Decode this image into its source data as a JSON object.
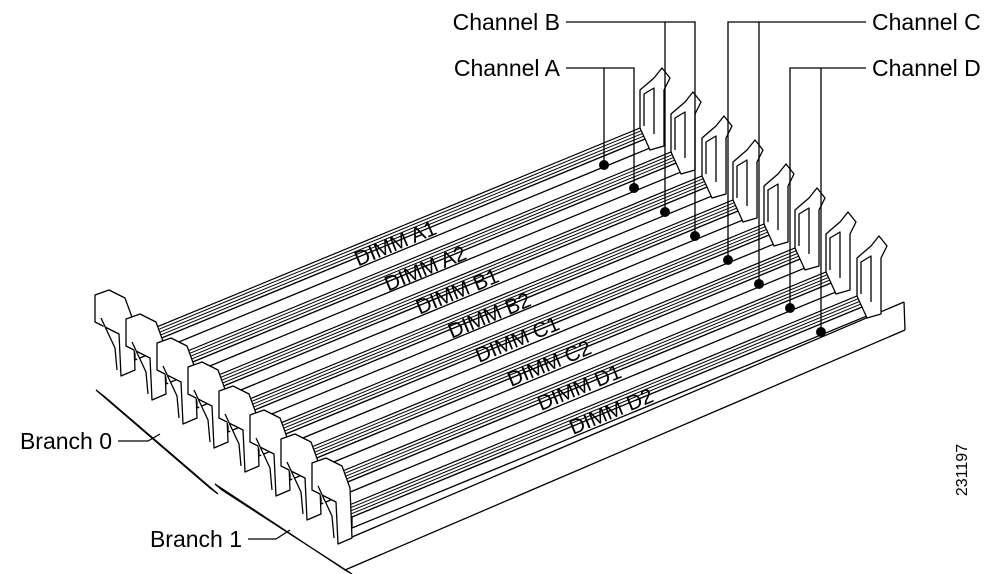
{
  "channels": [
    {
      "id": "a",
      "label": "Channel A"
    },
    {
      "id": "b",
      "label": "Channel B"
    },
    {
      "id": "c",
      "label": "Channel C"
    },
    {
      "id": "d",
      "label": "Channel D"
    }
  ],
  "dimms": [
    {
      "label": "DIMM A1"
    },
    {
      "label": "DIMM A2"
    },
    {
      "label": "DIMM B1"
    },
    {
      "label": "DIMM B2"
    },
    {
      "label": "DIMM C1"
    },
    {
      "label": "DIMM C2"
    },
    {
      "label": "DIMM D1"
    },
    {
      "label": "DIMM D2"
    }
  ],
  "branches": [
    {
      "label": "Branch 0"
    },
    {
      "label": "Branch 1"
    }
  ],
  "figure_number": "231197",
  "colors": {
    "line": "#000000",
    "background": "#ffffff"
  }
}
